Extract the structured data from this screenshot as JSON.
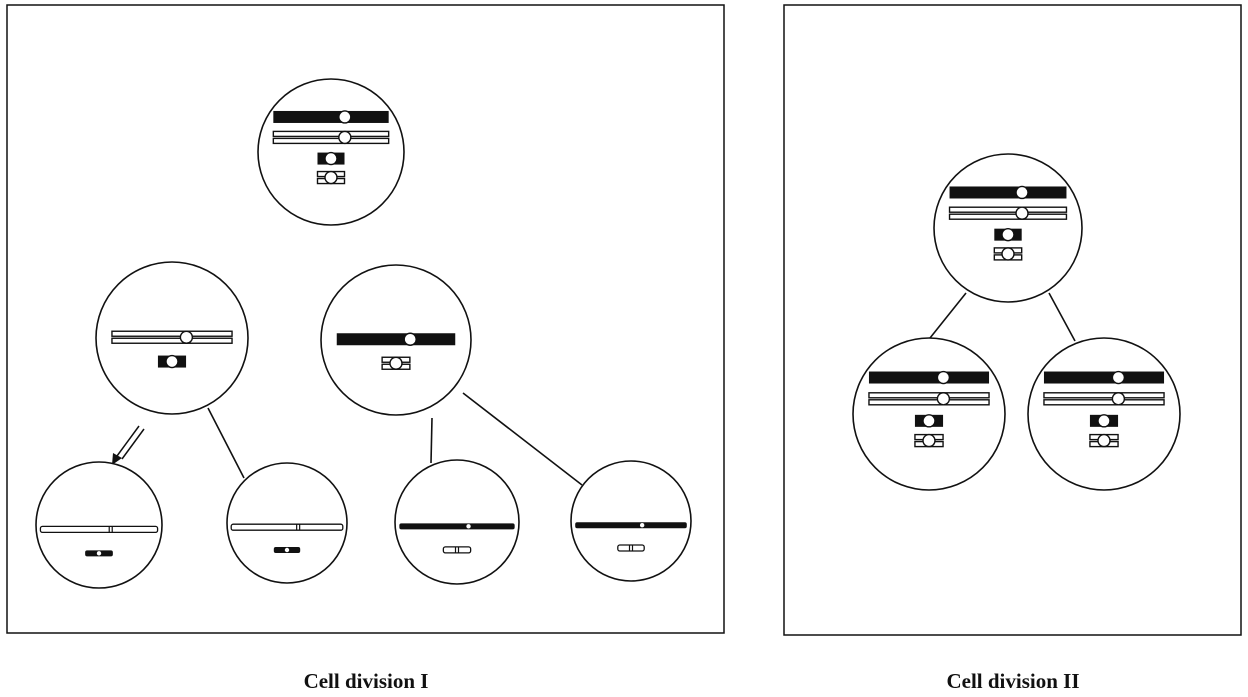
{
  "panels": [
    {
      "id": "division-1",
      "caption": "Cell division I"
    },
    {
      "id": "division-2",
      "caption": "Cell division II"
    }
  ],
  "colors": {
    "ink": "#111111",
    "paper": "#ffffff"
  },
  "cells": [
    {
      "name": "cell-d1-parent",
      "chromosomes": [
        {
          "size": "long",
          "fill": "dark",
          "kind": "duplicated"
        },
        {
          "size": "long",
          "fill": "light",
          "kind": "duplicated"
        },
        {
          "size": "short",
          "fill": "dark",
          "kind": "duplicated"
        },
        {
          "size": "short",
          "fill": "light",
          "kind": "duplicated"
        }
      ]
    },
    {
      "name": "cell-d1-mid-left",
      "chromosomes": [
        {
          "size": "long",
          "fill": "light",
          "kind": "duplicated"
        },
        {
          "size": "short",
          "fill": "dark",
          "kind": "duplicated"
        }
      ]
    },
    {
      "name": "cell-d1-mid-right",
      "chromosomes": [
        {
          "size": "long",
          "fill": "dark",
          "kind": "duplicated"
        },
        {
          "size": "short",
          "fill": "light",
          "kind": "duplicated"
        }
      ]
    },
    {
      "name": "cell-d1-bottom-1",
      "chromosomes": [
        {
          "size": "long",
          "fill": "light",
          "kind": "single"
        },
        {
          "size": "short",
          "fill": "dark",
          "kind": "single"
        }
      ]
    },
    {
      "name": "cell-d1-bottom-2",
      "chromosomes": [
        {
          "size": "long",
          "fill": "light",
          "kind": "single"
        },
        {
          "size": "short",
          "fill": "dark",
          "kind": "single"
        }
      ]
    },
    {
      "name": "cell-d1-bottom-3",
      "chromosomes": [
        {
          "size": "long",
          "fill": "dark",
          "kind": "single"
        },
        {
          "size": "short",
          "fill": "light",
          "kind": "single"
        }
      ]
    },
    {
      "name": "cell-d1-bottom-4",
      "chromosomes": [
        {
          "size": "long",
          "fill": "dark",
          "kind": "single"
        },
        {
          "size": "short",
          "fill": "light",
          "kind": "single"
        }
      ]
    },
    {
      "name": "cell-d2-parent",
      "chromosomes": [
        {
          "size": "long",
          "fill": "dark",
          "kind": "duplicated"
        },
        {
          "size": "long",
          "fill": "light",
          "kind": "duplicated"
        },
        {
          "size": "short",
          "fill": "dark",
          "kind": "duplicated"
        },
        {
          "size": "short",
          "fill": "light",
          "kind": "duplicated"
        }
      ]
    },
    {
      "name": "cell-d2-daughter-left",
      "chromosomes": [
        {
          "size": "long",
          "fill": "dark",
          "kind": "duplicated"
        },
        {
          "size": "long",
          "fill": "light",
          "kind": "duplicated"
        },
        {
          "size": "short",
          "fill": "dark",
          "kind": "duplicated"
        },
        {
          "size": "short",
          "fill": "light",
          "kind": "duplicated"
        }
      ]
    },
    {
      "name": "cell-d2-daughter-right",
      "chromosomes": [
        {
          "size": "long",
          "fill": "dark",
          "kind": "duplicated"
        },
        {
          "size": "long",
          "fill": "light",
          "kind": "duplicated"
        },
        {
          "size": "short",
          "fill": "dark",
          "kind": "duplicated"
        },
        {
          "size": "short",
          "fill": "light",
          "kind": "duplicated"
        }
      ]
    }
  ]
}
